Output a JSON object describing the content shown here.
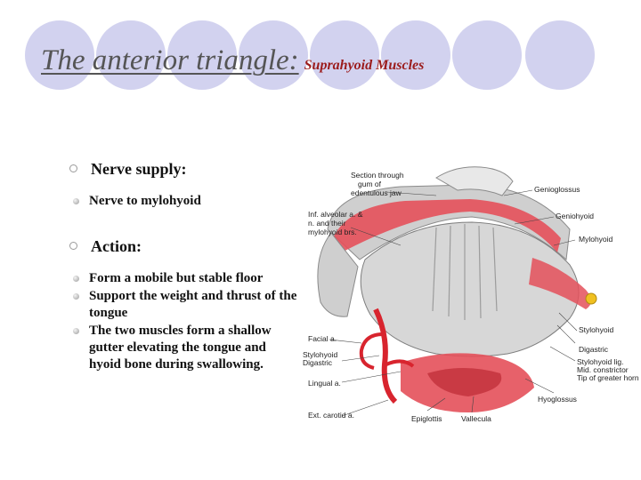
{
  "title": {
    "main": "The anterior triangle:",
    "sub": "Suprahyoid Muscles"
  },
  "sections": [
    {
      "heading": "Nerve supply:",
      "items": [
        "Nerve to mylohyoid"
      ]
    },
    {
      "heading": "Action:",
      "items": [
        "Form a mobile but stable floor",
        "Support the weight and thrust of the tongue",
        "The two muscles form a shallow gutter elevating the tongue and hyoid bone during swallowing."
      ]
    }
  ],
  "figure": {
    "labels": {
      "section_through_1": "Section through",
      "section_through_2": "gum of",
      "section_through_3": "edentulous jaw",
      "alveolar_1": "Inf. alveolar a. &",
      "alveolar_2": "n. and their",
      "alveolar_3": "mylohyoid brs.",
      "genioglossus": "Genioglossus",
      "geniohyoid": "Geniohyoid",
      "mylohyoid": "Mylohyoid",
      "stylohyoid": "Stylohyoid",
      "digastric": "Digastric",
      "stylohyoid_lig": "Stylohyoid lig.",
      "mid_constrictor": "Mid. constrictor",
      "tip_greater_horn": "Tip of greater horn",
      "hyoglossus": "Hyoglossus",
      "facial_a": "Facial a.",
      "stylohyoid_left": "Stylohyoid",
      "digastric_left": "Digastric",
      "lingual_a": "Lingual a.",
      "ext_carotid": "Ext. carotid a.",
      "epiglottis": "Epiglottis",
      "vallecula": "Vallecula"
    },
    "colors": {
      "muscle": "#e4505a",
      "bone": "#cfcfcf",
      "artery": "#d8242e"
    }
  }
}
